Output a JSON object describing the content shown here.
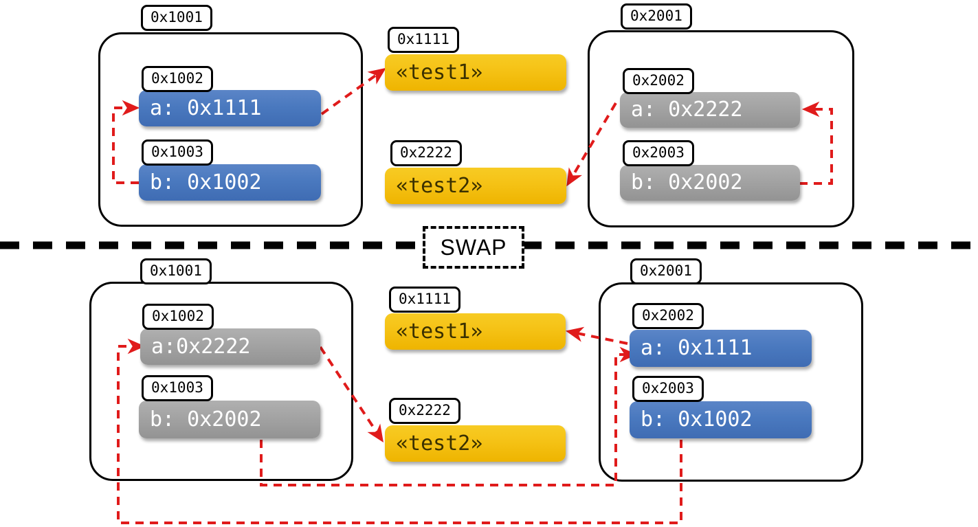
{
  "diagram": {
    "title": "SWAP",
    "divider_label": "SWAP",
    "colors": {
      "pointer_arrow": "#e01b1b",
      "chip_blue": "#4a79bf",
      "chip_gray": "#a3a3a3",
      "chip_yellow": "#f5c215",
      "outline": "#000000",
      "background": "#ffffff"
    }
  },
  "before": {
    "left_frame": {
      "address": "0x1001",
      "slots": [
        {
          "address": "0x1002",
          "text": "a: 0x1111",
          "style": "blue"
        },
        {
          "address": "0x1003",
          "text": "b: 0x1002",
          "style": "blue"
        }
      ]
    },
    "middle_objects": [
      {
        "address": "0x1111",
        "text": "«test1»",
        "style": "yellow"
      },
      {
        "address": "0x2222",
        "text": "«test2»",
        "style": "yellow"
      }
    ],
    "right_frame": {
      "address": "0x2001",
      "slots": [
        {
          "address": "0x2002",
          "text": "a: 0x2222",
          "style": "gray"
        },
        {
          "address": "0x2003",
          "text": "b: 0x2002",
          "style": "gray"
        }
      ]
    }
  },
  "after": {
    "left_frame": {
      "address": "0x1001",
      "slots": [
        {
          "address": "0x1002",
          "text": "a:0x2222",
          "style": "gray"
        },
        {
          "address": "0x1003",
          "text": "b: 0x2002",
          "style": "gray"
        }
      ]
    },
    "middle_objects": [
      {
        "address": "0x1111",
        "text": "«test1»",
        "style": "yellow"
      },
      {
        "address": "0x2222",
        "text": "«test2»",
        "style": "yellow"
      }
    ],
    "right_frame": {
      "address": "0x2001",
      "slots": [
        {
          "address": "0x2002",
          "text": "a: 0x1111",
          "style": "blue"
        },
        {
          "address": "0x2003",
          "text": "b: 0x1002",
          "style": "blue"
        }
      ]
    }
  }
}
